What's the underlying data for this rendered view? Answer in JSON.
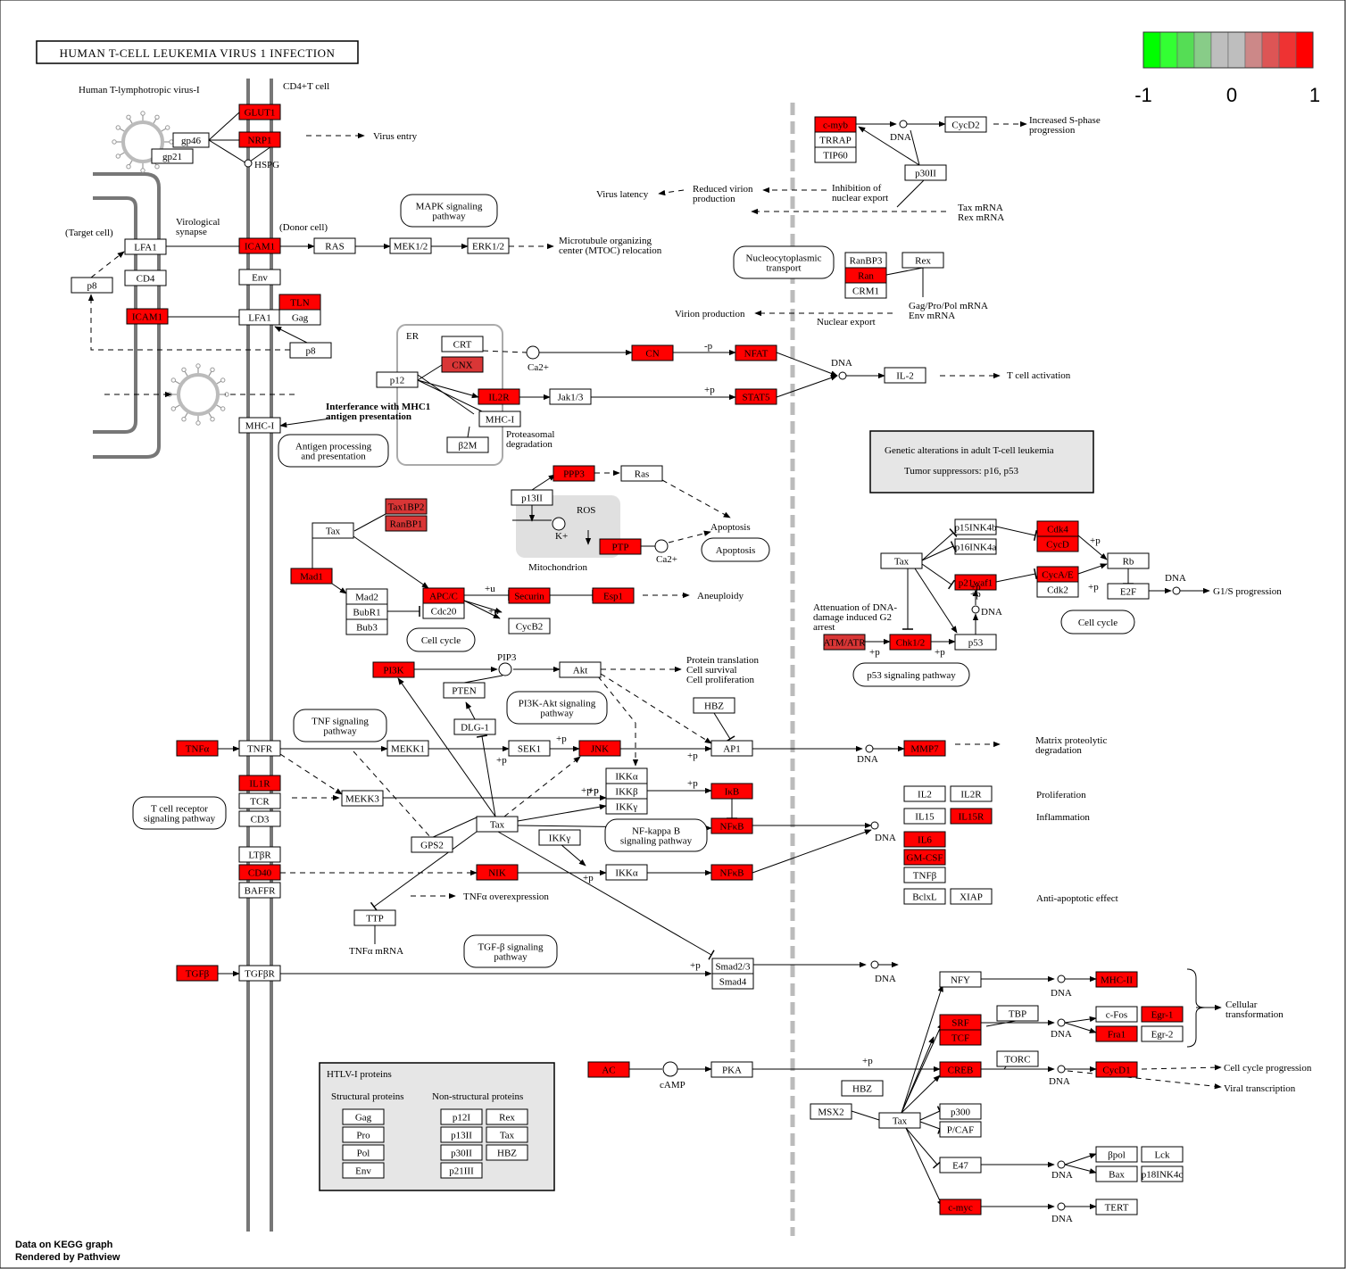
{
  "title": "HUMAN T-CELL LEUKEMIA VIRUS 1 INFECTION",
  "legend": {
    "min": "-1",
    "mid": "0",
    "max": "1",
    "colors": [
      "#00ff00",
      "#33ff33",
      "#55dd55",
      "#88cc88",
      "#bebebe",
      "#bebebe",
      "#cc8888",
      "#dd5555",
      "#ee3333",
      "#ff0000"
    ]
  },
  "credit": {
    "line1": "Data on KEGG graph",
    "line2": "Rendered by Pathview"
  },
  "node_colors": {
    "up": "#ff0000",
    "mid": "#d93636",
    "none": "#ffffff"
  },
  "gene_nodes": [
    {
      "id": "GLUT1",
      "label": "GLUT1",
      "s": "up"
    },
    {
      "id": "NRP1",
      "label": "NRP1",
      "s": "up"
    },
    {
      "id": "gp46",
      "label": "gp46",
      "s": "none"
    },
    {
      "id": "gp21",
      "label": "gp21",
      "s": "none"
    },
    {
      "id": "LFA1a",
      "label": "LFA1",
      "s": "none"
    },
    {
      "id": "CD4",
      "label": "CD4",
      "s": "none"
    },
    {
      "id": "p8a",
      "label": "p8",
      "s": "none"
    },
    {
      "id": "ICAM1a",
      "label": "ICAM1",
      "s": "up"
    },
    {
      "id": "ICAM1b",
      "label": "ICAM1",
      "s": "up"
    },
    {
      "id": "Env",
      "label": "Env",
      "s": "none"
    },
    {
      "id": "TLN",
      "label": "TLN",
      "s": "up"
    },
    {
      "id": "LFA1b",
      "label": "LFA1",
      "s": "none"
    },
    {
      "id": "Gag1",
      "label": "Gag",
      "s": "none"
    },
    {
      "id": "p8b",
      "label": "p8",
      "s": "none"
    },
    {
      "id": "RAS",
      "label": "RAS",
      "s": "none"
    },
    {
      "id": "MEK12",
      "label": "MEK1/2",
      "s": "none"
    },
    {
      "id": "ERK12",
      "label": "ERK1/2",
      "s": "none"
    },
    {
      "id": "MHCIa",
      "label": "MHC-I",
      "s": "none"
    },
    {
      "id": "CRT",
      "label": "CRT",
      "s": "none"
    },
    {
      "id": "CNX",
      "label": "CNX",
      "s": "mid"
    },
    {
      "id": "p12",
      "label": "p12",
      "s": "none"
    },
    {
      "id": "IL2R",
      "label": "IL2R",
      "s": "up"
    },
    {
      "id": "Jak13",
      "label": "Jak1/3",
      "s": "none"
    },
    {
      "id": "MHCIb",
      "label": "MHC-I",
      "s": "none"
    },
    {
      "id": "B2M",
      "label": "β2M",
      "s": "none"
    },
    {
      "id": "CN",
      "label": "CN",
      "s": "up"
    },
    {
      "id": "NFAT",
      "label": "NFAT",
      "s": "up"
    },
    {
      "id": "STAT5",
      "label": "STAT5",
      "s": "up"
    },
    {
      "id": "IL2",
      "label": "IL-2",
      "s": "none"
    },
    {
      "id": "cmyb",
      "label": "c-myb",
      "s": "up"
    },
    {
      "id": "TRRAP",
      "label": "TRRAP",
      "s": "none"
    },
    {
      "id": "TIP60",
      "label": "TIP60",
      "s": "none"
    },
    {
      "id": "CycD2",
      "label": "CycD2",
      "s": "none"
    },
    {
      "id": "p30IIa",
      "label": "p30II",
      "s": "none"
    },
    {
      "id": "RanBP3",
      "label": "RanBP3",
      "s": "none"
    },
    {
      "id": "Ran",
      "label": "Ran",
      "s": "up"
    },
    {
      "id": "CRM1",
      "label": "CRM1",
      "s": "none"
    },
    {
      "id": "Rex1",
      "label": "Rex",
      "s": "none"
    },
    {
      "id": "Tax1BP2",
      "label": "Tax1BP2",
      "s": "mid"
    },
    {
      "id": "RanBP1",
      "label": "RanBP1",
      "s": "mid"
    },
    {
      "id": "Tax1",
      "label": "Tax",
      "s": "none"
    },
    {
      "id": "Mad1",
      "label": "Mad1",
      "s": "up"
    },
    {
      "id": "Mad2",
      "label": "Mad2",
      "s": "none"
    },
    {
      "id": "BubR1",
      "label": "BubR1",
      "s": "none"
    },
    {
      "id": "Bub3",
      "label": "Bub3",
      "s": "none"
    },
    {
      "id": "APCC",
      "label": "APC/C",
      "s": "up"
    },
    {
      "id": "Cdc20",
      "label": "Cdc20",
      "s": "none"
    },
    {
      "id": "Securin",
      "label": "Securin",
      "s": "up"
    },
    {
      "id": "Esp1",
      "label": "Esp1",
      "s": "up"
    },
    {
      "id": "CycB2",
      "label": "CycB2",
      "s": "none"
    },
    {
      "id": "PPP3",
      "label": "PPP3",
      "s": "up"
    },
    {
      "id": "Ras2",
      "label": "Ras",
      "s": "none"
    },
    {
      "id": "p13IIa",
      "label": "p13II",
      "s": "none"
    },
    {
      "id": "PTP",
      "label": "PTP",
      "s": "up"
    },
    {
      "id": "PI3K",
      "label": "PI3K",
      "s": "up"
    },
    {
      "id": "Akt",
      "label": "Akt",
      "s": "none"
    },
    {
      "id": "PTEN",
      "label": "PTEN",
      "s": "none"
    },
    {
      "id": "DLG1",
      "label": "DLG-1",
      "s": "none"
    },
    {
      "id": "HBZa",
      "label": "HBZ",
      "s": "none"
    },
    {
      "id": "TNFa",
      "label": "TNFα",
      "s": "up"
    },
    {
      "id": "TNFR",
      "label": "TNFR",
      "s": "none"
    },
    {
      "id": "MEKK1",
      "label": "MEKK1",
      "s": "none"
    },
    {
      "id": "SEK1",
      "label": "SEK1",
      "s": "none"
    },
    {
      "id": "JNK",
      "label": "JNK",
      "s": "up"
    },
    {
      "id": "AP1",
      "label": "AP1",
      "s": "none"
    },
    {
      "id": "MMP7",
      "label": "MMP7",
      "s": "up"
    },
    {
      "id": "IL1R",
      "label": "IL1R",
      "s": "up"
    },
    {
      "id": "TCR",
      "label": "TCR",
      "s": "none"
    },
    {
      "id": "CD3",
      "label": "CD3",
      "s": "none"
    },
    {
      "id": "MEKK3",
      "label": "MEKK3",
      "s": "none"
    },
    {
      "id": "IKKa1",
      "label": "IKKα",
      "s": "none"
    },
    {
      "id": "IKKb",
      "label": "IKKβ",
      "s": "none"
    },
    {
      "id": "IKKy",
      "label": "IKKγ",
      "s": "none"
    },
    {
      "id": "IkB",
      "label": "IκB",
      "s": "up"
    },
    {
      "id": "NFkB1",
      "label": "NFκB",
      "s": "up"
    },
    {
      "id": "Tax2",
      "label": "Tax",
      "s": "none"
    },
    {
      "id": "GPS2",
      "label": "GPS2",
      "s": "none"
    },
    {
      "id": "IKKy2",
      "label": "IKKγ",
      "s": "none"
    },
    {
      "id": "LTBR",
      "label": "LTβR",
      "s": "none"
    },
    {
      "id": "CD40",
      "label": "CD40",
      "s": "up"
    },
    {
      "id": "BAFFR",
      "label": "BAFFR",
      "s": "none"
    },
    {
      "id": "NIK",
      "label": "NIK",
      "s": "up"
    },
    {
      "id": "IKKa2",
      "label": "IKKα",
      "s": "none"
    },
    {
      "id": "NFkB2",
      "label": "NFκB",
      "s": "up"
    },
    {
      "id": "TTP",
      "label": "TTP",
      "s": "none"
    },
    {
      "id": "TGFb",
      "label": "TGFβ",
      "s": "up"
    },
    {
      "id": "TGFbR",
      "label": "TGFβR",
      "s": "none"
    },
    {
      "id": "Smad23",
      "label": "Smad2/3",
      "s": "none"
    },
    {
      "id": "Smad4",
      "label": "Smad4",
      "s": "none"
    },
    {
      "id": "AC",
      "label": "AC",
      "s": "up"
    },
    {
      "id": "PKA",
      "label": "PKA",
      "s": "none"
    },
    {
      "id": "IL2b",
      "label": "IL2",
      "s": "none"
    },
    {
      "id": "IL2Rb",
      "label": "IL2R",
      "s": "none"
    },
    {
      "id": "IL15",
      "label": "IL15",
      "s": "none"
    },
    {
      "id": "IL15R",
      "label": "IL15R",
      "s": "up"
    },
    {
      "id": "IL6",
      "label": "IL6",
      "s": "up"
    },
    {
      "id": "GMCSF",
      "label": "GM-CSF",
      "s": "up"
    },
    {
      "id": "TNFb",
      "label": "TNFβ",
      "s": "none"
    },
    {
      "id": "BclxL",
      "label": "BclxL",
      "s": "none"
    },
    {
      "id": "XIAP",
      "label": "XIAP",
      "s": "none"
    },
    {
      "id": "p15INK4b",
      "label": "p15INK4b",
      "s": "none"
    },
    {
      "id": "p16INK4a",
      "label": "p16INK4a",
      "s": "none"
    },
    {
      "id": "Cdk4",
      "label": "Cdk4",
      "s": "up"
    },
    {
      "id": "CycD",
      "label": "CycD",
      "s": "up"
    },
    {
      "id": "Tax3",
      "label": "Tax",
      "s": "none"
    },
    {
      "id": "p21waf1",
      "label": "p21waf1",
      "s": "up"
    },
    {
      "id": "CycAE",
      "label": "CycA/E",
      "s": "up"
    },
    {
      "id": "Cdk2",
      "label": "Cdk2",
      "s": "none"
    },
    {
      "id": "Rb",
      "label": "Rb",
      "s": "none"
    },
    {
      "id": "E2F",
      "label": "E2F",
      "s": "none"
    },
    {
      "id": "ATMATR",
      "label": "ATM/ATR",
      "s": "mid"
    },
    {
      "id": "Chk12",
      "label": "Chk1/2",
      "s": "up"
    },
    {
      "id": "p53",
      "label": "p53",
      "s": "none"
    },
    {
      "id": "NFY",
      "label": "NFY",
      "s": "none"
    },
    {
      "id": "MHCII",
      "label": "MHC-II",
      "s": "up"
    },
    {
      "id": "SRF",
      "label": "SRF",
      "s": "up"
    },
    {
      "id": "TCF",
      "label": "TCF",
      "s": "up"
    },
    {
      "id": "TBP",
      "label": "TBP",
      "s": "none"
    },
    {
      "id": "cFos",
      "label": "c-Fos",
      "s": "none"
    },
    {
      "id": "Egr1",
      "label": "Egr-1",
      "s": "up"
    },
    {
      "id": "Fra1",
      "label": "Fra1",
      "s": "up"
    },
    {
      "id": "Egr2",
      "label": "Egr-2",
      "s": "none"
    },
    {
      "id": "TORC",
      "label": "TORC",
      "s": "none"
    },
    {
      "id": "CREB",
      "label": "CREB",
      "s": "up"
    },
    {
      "id": "CycD1",
      "label": "CycD1",
      "s": "up"
    },
    {
      "id": "HBZb",
      "label": "HBZ",
      "s": "none"
    },
    {
      "id": "MSX2",
      "label": "MSX2",
      "s": "none"
    },
    {
      "id": "Tax4",
      "label": "Tax",
      "s": "none"
    },
    {
      "id": "p300",
      "label": "p300",
      "s": "none"
    },
    {
      "id": "PCAF",
      "label": "P/CAF",
      "s": "none"
    },
    {
      "id": "E47",
      "label": "E47",
      "s": "none"
    },
    {
      "id": "bpol",
      "label": "βpol",
      "s": "none"
    },
    {
      "id": "Lck",
      "label": "Lck",
      "s": "none"
    },
    {
      "id": "Bax",
      "label": "Bax",
      "s": "none"
    },
    {
      "id": "p18INK4c",
      "label": "p18INK4c",
      "s": "none"
    },
    {
      "id": "cmyc",
      "label": "c-myc",
      "s": "up"
    },
    {
      "id": "TERT",
      "label": "TERT",
      "s": "none"
    },
    {
      "id": "lGag",
      "label": "Gag",
      "s": "none"
    },
    {
      "id": "lPro",
      "label": "Pro",
      "s": "none"
    },
    {
      "id": "lPol",
      "label": "Pol",
      "s": "none"
    },
    {
      "id": "lEnv",
      "label": "Env",
      "s": "none"
    },
    {
      "id": "lp12I",
      "label": "p12I",
      "s": "none"
    },
    {
      "id": "lRex",
      "label": "Rex",
      "s": "none"
    },
    {
      "id": "lp13II",
      "label": "p13II",
      "s": "none"
    },
    {
      "id": "lTax",
      "label": "Tax",
      "s": "none"
    },
    {
      "id": "lp30II",
      "label": "p30II",
      "s": "none"
    },
    {
      "id": "lHBZ",
      "label": "HBZ",
      "s": "none"
    },
    {
      "id": "lp21III",
      "label": "p21III",
      "s": "none"
    }
  ],
  "pathway_nodes": [
    {
      "id": "mapk",
      "label": "MAPK signaling\npathway"
    },
    {
      "id": "nucexp",
      "label": "Nucleocytoplasmic\ntransport"
    },
    {
      "id": "antigen",
      "label": "Antigen processing\nand presentation"
    },
    {
      "id": "apopt",
      "label": "Apoptosis"
    },
    {
      "id": "cellcyc1",
      "label": "Cell cycle"
    },
    {
      "id": "pi3k",
      "label": "PI3K-Akt signaling\npathway"
    },
    {
      "id": "tnfsig",
      "label": "TNF signaling\npathway"
    },
    {
      "id": "tcrsig",
      "label": "T cell receptor\nsignaling pathway"
    },
    {
      "id": "nfkbsig",
      "label": "NF-kappa B\nsignaling pathway"
    },
    {
      "id": "tgfb",
      "label": "TGF-β signaling\npathway"
    },
    {
      "id": "p53sig",
      "label": "p53 signaling pathway"
    },
    {
      "id": "cellcyc2",
      "label": "Cell cycle"
    }
  ],
  "text_labels": [
    {
      "id": "htlv",
      "label": "Human T-lymphotropic virus-I"
    },
    {
      "id": "cd4cell",
      "label": "CD4+T cell"
    },
    {
      "id": "hspg",
      "label": "HSPG"
    },
    {
      "id": "ventry",
      "label": "Virus entry"
    },
    {
      "id": "target",
      "label": "(Target cell)"
    },
    {
      "id": "virsyn",
      "label": "Virological\nsynapse"
    },
    {
      "id": "donor",
      "label": "(Donor cell)"
    },
    {
      "id": "mtoc",
      "label": "Microtubule organizing\ncenter (MTOC) relocation"
    },
    {
      "id": "er",
      "label": "ER"
    },
    {
      "id": "ca1",
      "label": "Ca2+"
    },
    {
      "id": "interf",
      "label": "Interferance with MHC1\nantigen presentation"
    },
    {
      "id": "proteas",
      "label": "Proteasomal\ndegradation"
    },
    {
      "id": "dna1",
      "label": "DNA"
    },
    {
      "id": "tact",
      "label": "T cell activation"
    },
    {
      "id": "dna2",
      "label": "DNA"
    },
    {
      "id": "sphase",
      "label": "Increased S-phase\nprogression"
    },
    {
      "id": "vlat",
      "label": "Virus latency"
    },
    {
      "id": "redvir",
      "label": "Reduced virion\nproduction"
    },
    {
      "id": "inhib",
      "label": "Inhibition of\nnuclear export"
    },
    {
      "id": "taxrex",
      "label": "Tax mRNA\nRex mRNA"
    },
    {
      "id": "vprod",
      "label": "Virion production"
    },
    {
      "id": "nucexp2",
      "label": "Nuclear export"
    },
    {
      "id": "gagenv",
      "label": "Gag/Pro/Pol mRNA\nEnv mRNA"
    },
    {
      "id": "ros",
      "label": "ROS"
    },
    {
      "id": "kplus",
      "label": "K+"
    },
    {
      "id": "mito",
      "label": "Mitochondrion"
    },
    {
      "id": "ca2",
      "label": "Ca2+"
    },
    {
      "id": "apopt2",
      "label": "Apoptosis"
    },
    {
      "id": "aneu",
      "label": "Aneuploidy"
    },
    {
      "id": "pip3",
      "label": "PIP3"
    },
    {
      "id": "prot",
      "label": "Protein translation\nCell survival\nCell proliferation"
    },
    {
      "id": "dna3",
      "label": "DNA"
    },
    {
      "id": "matrix",
      "label": "Matrix proteolytic\ndegradation"
    },
    {
      "id": "dna4",
      "label": "DNA"
    },
    {
      "id": "prolif",
      "label": "Proliferation"
    },
    {
      "id": "inflam",
      "label": "Inflammation"
    },
    {
      "id": "antiap",
      "label": "Anti-apoptotic effect"
    },
    {
      "id": "tnfover",
      "label": "TNFα overexpression"
    },
    {
      "id": "tnfmrna",
      "label": "TNFα mRNA"
    },
    {
      "id": "dna5",
      "label": "DNA"
    },
    {
      "id": "camp",
      "label": "cAMP"
    },
    {
      "id": "atten",
      "label": "Attenuation of DNA-\ndamage induced G2\narrest"
    },
    {
      "id": "dna6",
      "label": "DNA"
    },
    {
      "id": "dna7",
      "label": "DNA"
    },
    {
      "id": "g1s",
      "label": "G1/S progression"
    },
    {
      "id": "dna8",
      "label": "DNA"
    },
    {
      "id": "dna9",
      "label": "DNA"
    },
    {
      "id": "celltrans",
      "label": "Cellular\ntransformation"
    },
    {
      "id": "dna10",
      "label": "DNA"
    },
    {
      "id": "ccprog",
      "label": "Cell cycle progression"
    },
    {
      "id": "vtrans",
      "label": "Viral transcription"
    },
    {
      "id": "dna11",
      "label": "DNA"
    },
    {
      "id": "dna12",
      "label": "DNA"
    },
    {
      "id": "genetic1",
      "label": "Genetic alterations in adult T-cell leukemia"
    },
    {
      "id": "genetic2",
      "label": "Tumor suppressors:  p16, p53"
    },
    {
      "id": "htlvprot",
      "label": "HTLV-I proteins"
    },
    {
      "id": "struct",
      "label": "Structural proteins"
    },
    {
      "id": "nonstruct",
      "label": "Non-structural proteins"
    },
    {
      "id": "pm1",
      "label": "-p"
    },
    {
      "id": "pp1",
      "label": "+p"
    },
    {
      "id": "pp2",
      "label": "+p"
    },
    {
      "id": "pp3",
      "label": "+p"
    },
    {
      "id": "pp4",
      "label": "+p"
    },
    {
      "id": "pp5",
      "label": "+p"
    },
    {
      "id": "pp6",
      "label": "+p"
    },
    {
      "id": "pp7",
      "label": "+p"
    },
    {
      "id": "pp8",
      "label": "+p"
    },
    {
      "id": "pp9",
      "label": "+p"
    },
    {
      "id": "pp10",
      "label": "+p"
    },
    {
      "id": "pp11",
      "label": "+p"
    },
    {
      "id": "pp12",
      "label": "+p"
    },
    {
      "id": "pp13",
      "label": "+p"
    },
    {
      "id": "pp14",
      "label": "+p"
    },
    {
      "id": "pp15",
      "label": "+p"
    },
    {
      "id": "pu1",
      "label": "+u"
    },
    {
      "id": "pu2",
      "label": "+u"
    },
    {
      "id": "pp16",
      "label": "+p"
    },
    {
      "id": "pp17",
      "label": "+p"
    }
  ]
}
